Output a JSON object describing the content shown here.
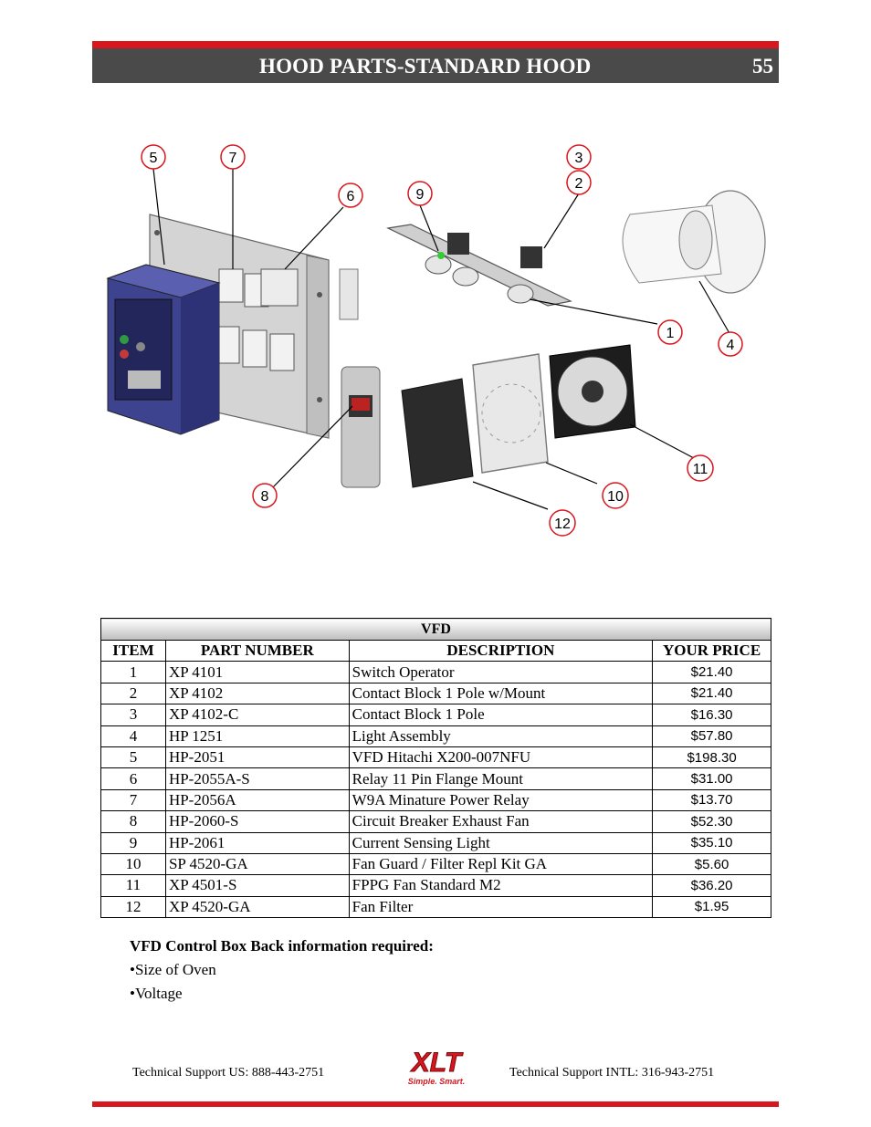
{
  "header": {
    "title": "HOOD PARTS-STANDARD HOOD",
    "page_number": "55"
  },
  "callouts": [
    "1",
    "2",
    "3",
    "4",
    "5",
    "6",
    "7",
    "8",
    "9",
    "10",
    "11",
    "12"
  ],
  "table": {
    "section_title": "VFD",
    "columns": [
      "ITEM",
      "PART NUMBER",
      "DESCRIPTION",
      "YOUR PRICE"
    ],
    "rows": [
      {
        "item": "1",
        "part": "XP 4101",
        "desc": "Switch Operator",
        "price": "$21.40"
      },
      {
        "item": "2",
        "part": "XP 4102",
        "desc": "Contact Block 1 Pole w/Mount",
        "price": "$21.40"
      },
      {
        "item": "3",
        "part": "XP 4102-C",
        "desc": "Contact Block 1 Pole",
        "price": "$16.30"
      },
      {
        "item": "4",
        "part": "HP 1251",
        "desc": "Light Assembly",
        "price": "$57.80"
      },
      {
        "item": "5",
        "part": "HP-2051",
        "desc": "VFD Hitachi X200-007NFU",
        "price": "$198.30"
      },
      {
        "item": "6",
        "part": "HP-2055A-S",
        "desc": "Relay 11 Pin Flange Mount",
        "price": "$31.00"
      },
      {
        "item": "7",
        "part": "HP-2056A",
        "desc": "W9A Minature Power Relay",
        "price": "$13.70"
      },
      {
        "item": "8",
        "part": "HP-2060-S",
        "desc": "Circuit Breaker Exhaust Fan",
        "price": "$52.30"
      },
      {
        "item": "9",
        "part": "HP-2061",
        "desc": "Current Sensing Light",
        "price": "$35.10"
      },
      {
        "item": "10",
        "part": "SP 4520-GA",
        "desc": "Fan Guard / Filter Repl Kit GA",
        "price": "$5.60"
      },
      {
        "item": "11",
        "part": "XP 4501-S",
        "desc": "FPPG Fan Standard M2",
        "price": "$36.20"
      },
      {
        "item": "12",
        "part": "XP 4520-GA",
        "desc": "Fan Filter",
        "price": "$1.95"
      }
    ]
  },
  "notes": {
    "heading": "VFD Control Box Back information required:",
    "items": [
      "•Size of Oven",
      "•Voltage"
    ]
  },
  "footer": {
    "left": "Technical Support  US:  888-443-2751",
    "right": "Technical Support  INTL:  316-943-2751",
    "logo_text": "XLT",
    "logo_tagline": "Simple. Smart."
  },
  "colors": {
    "accent_red": "#d7161d",
    "title_bar": "#4a4a4a",
    "vfd_blue": "#4a4f9c"
  }
}
